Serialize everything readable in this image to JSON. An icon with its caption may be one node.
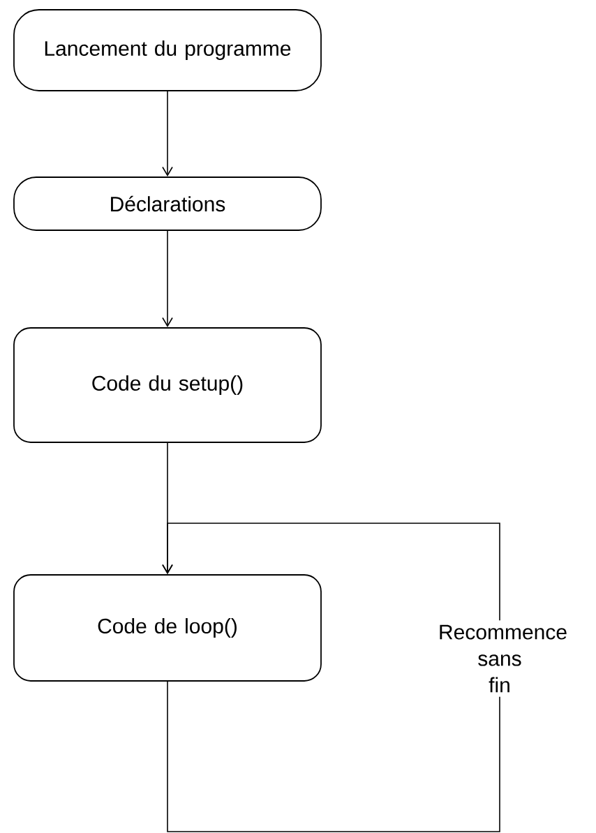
{
  "diagram": {
    "nodes": [
      {
        "text": [
          "Lancement du programme"
        ]
      },
      {
        "text": [
          "Déclarations"
        ]
      },
      {
        "text": [
          "Code du setup()"
        ]
      },
      {
        "text": [
          "Code de loop()"
        ]
      }
    ],
    "edges": [
      {
        "from": 0,
        "to": 1,
        "arrow": "to"
      },
      {
        "from": 1,
        "to": 2,
        "arrow": "to"
      },
      {
        "from": 2,
        "to": 3,
        "arrow": "to"
      },
      {
        "from": 3,
        "to": 3,
        "arrow": "to",
        "label": "Recommence sans fin"
      }
    ]
  }
}
